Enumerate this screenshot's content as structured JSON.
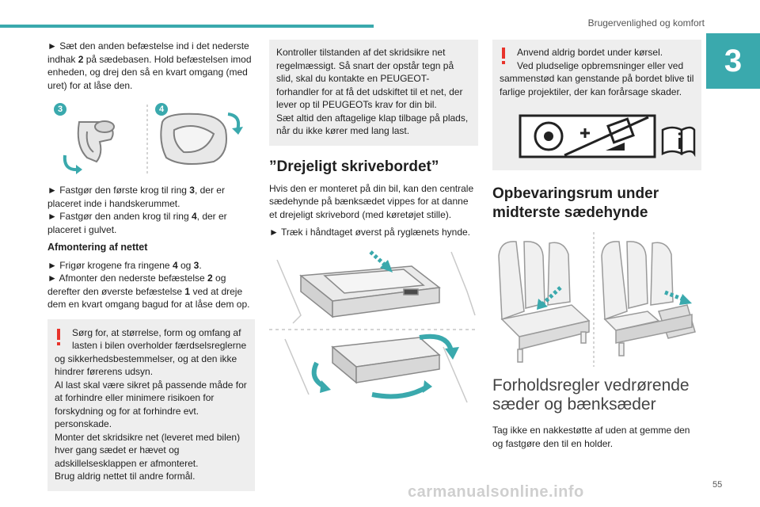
{
  "header": {
    "title": "Brugervenlighed og komfort",
    "chapter": "3"
  },
  "col1": {
    "p1_arrow": "►",
    "p1_a": " Sæt den anden befæstelse ind i det nederste indhak ",
    "p1_b": "2",
    "p1_c": " på sædebasen. Hold befæstelsen imod enheden, og drej den så en kvart omgang (med uret) for at låse den.",
    "fig_labels": [
      "3",
      "4"
    ],
    "p2_a": "► Fastgør den første krog til ring ",
    "p2_b": "3",
    "p2_c": ", der er placeret inde i handskerummet.",
    "p3_a": "► Fastgør den anden krog til ring ",
    "p3_b": "4",
    "p3_c": ", der er placeret i gulvet.",
    "subheading": "Afmontering af nettet",
    "p4_a": "► Frigør krogene fra ringene ",
    "p4_b": "4",
    "p4_c": " og ",
    "p4_d": "3",
    "p4_e": ".",
    "p5_a": "► Afmonter den nederste befæstelse ",
    "p5_b": "2",
    "p5_c": " og derefter den øverste befæstelse ",
    "p5_d": "1",
    "p5_e": " ved at dreje dem en kvart omgang bagud for at låse dem op.",
    "warning_first": "Sørg for, at størrelse, form og omfang af lasten i bilen overholder færdselsreglerne",
    "warning_rest": [
      "og sikkerhedsbestemmelser, og at den ikke hindrer førerens udsyn.",
      "Al last skal være sikret på passende måde for at forhindre eller minimere risikoen for forskydning og for at forhindre evt. personskade.",
      "Monter det skridsikre net (leveret med bilen) hver gang sædet er hævet og adskillelsesklappen er afmonteret.",
      "Brug aldrig nettet til andre formål."
    ]
  },
  "col2": {
    "box_lines": [
      "Kontroller tilstanden af det skridsikre net regelmæssigt. Så snart der opstår tegn på slid, skal du kontakte en PEUGEOT-forhandler for at få det udskiftet til et net, der lever op til PEUGEOTs krav for din bil.",
      "Sæt altid den aftagelige klap tilbage på plads, når du ikke kører med lang last."
    ],
    "heading": "”Drejeligt skrivebordet”",
    "p1": "Hvis den er monteret på din bil, kan den centrale sædehynde på bænksædet vippes for at danne et drejeligt skrivebord (med køretøjet stille).",
    "p2": "► Træk i håndtaget øverst på ryglænets hynde."
  },
  "col3": {
    "warning_first": "Anvend aldrig bordet under kørsel.",
    "warning_second": "Ved pludselige opbremsninger eller ved",
    "warning_rest": "sammenstød kan genstande på bordet blive til farlige projektiler, der kan forårsage skader.",
    "heading1": "Opbevaringsrum under midterste sædehynde",
    "heading2": "Forholdsregler vedrørende sæder og bænksæder",
    "p1": "Tag ikke en nakkestøtte af uden at gemme den og fastgøre den til en holder."
  },
  "footer": {
    "page_number": "55",
    "watermark": "carmanualsonline.info"
  },
  "colors": {
    "accent": "#3aa9ad",
    "warning": "#e8332b",
    "box": "#eeeeee"
  }
}
